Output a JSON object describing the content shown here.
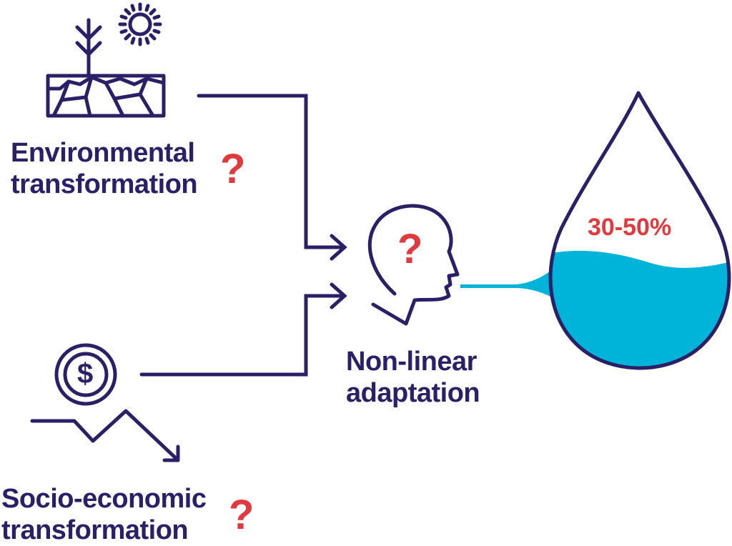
{
  "environmental": {
    "line1": "Environmental",
    "line2": "transformation",
    "question": "?"
  },
  "socio_economic": {
    "line1": "Socio-economic",
    "line2": "transformation",
    "question": "?"
  },
  "adaptation": {
    "line1": "Non-linear",
    "line2": "adaptation",
    "question": "?"
  },
  "drop": {
    "percentage": "30-50%"
  },
  "coin": {
    "symbol": "$"
  },
  "colors": {
    "navy": "#2b2068",
    "red": "#e03a3e",
    "water": "#00b3d8"
  }
}
